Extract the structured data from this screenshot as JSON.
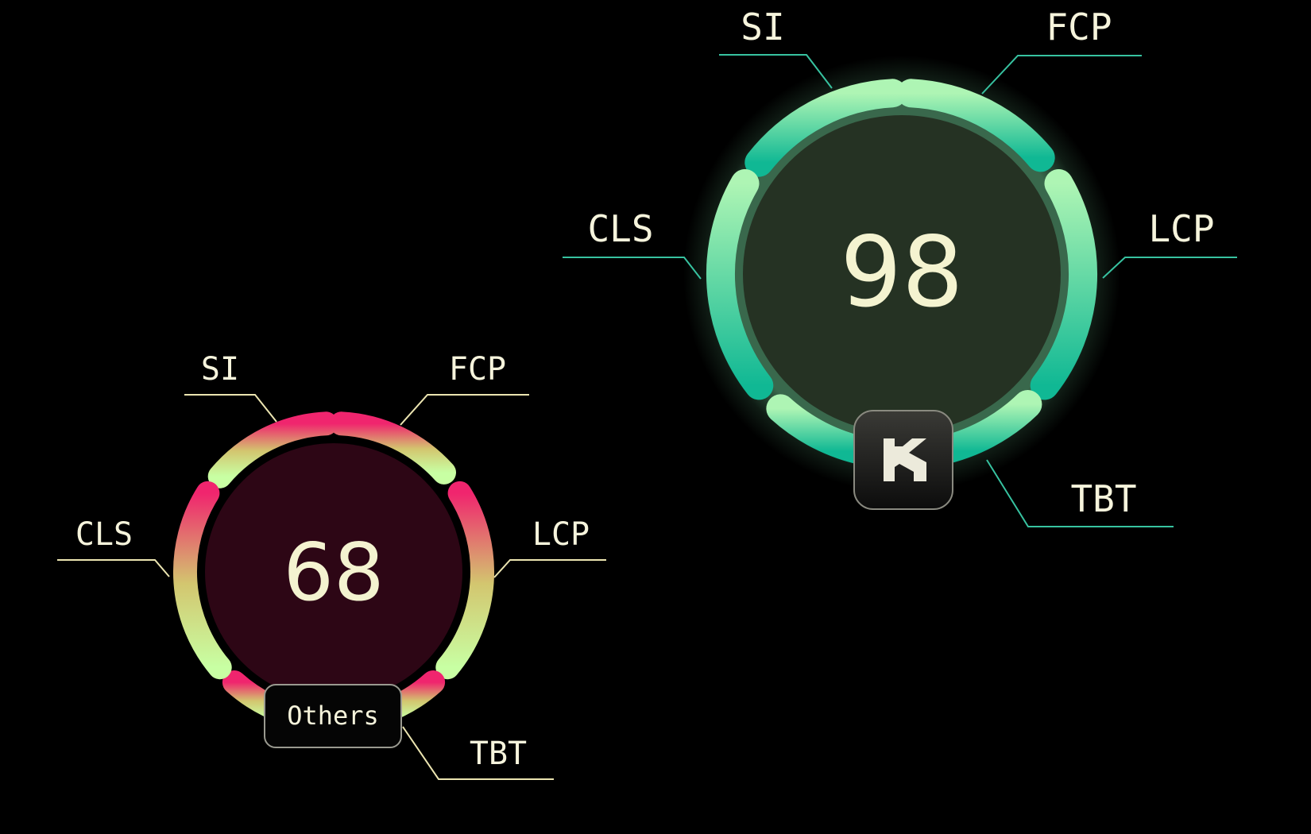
{
  "gauges": {
    "good": {
      "score": "98",
      "badge_icon": "lightning-logo-icon",
      "labels": {
        "si": "SI",
        "fcp": "FCP",
        "cls": "CLS",
        "lcp": "LCP",
        "tbt": "TBT"
      },
      "colors": {
        "ring_top": "#aef5b4",
        "ring_bottom": "#10b894",
        "face": "#253223",
        "leader": "#37c2a0"
      }
    },
    "poor": {
      "score": "68",
      "badge_label": "Others",
      "labels": {
        "si": "SI",
        "fcp": "FCP",
        "cls": "CLS",
        "lcp": "LCP",
        "tbt": "TBT"
      },
      "colors": {
        "ring_top": "#f0256e",
        "ring_mid": "#d3c66f",
        "ring_bottom": "#c8ffa3",
        "face": "#2d0615",
        "leader": "#ece5b1"
      }
    }
  }
}
